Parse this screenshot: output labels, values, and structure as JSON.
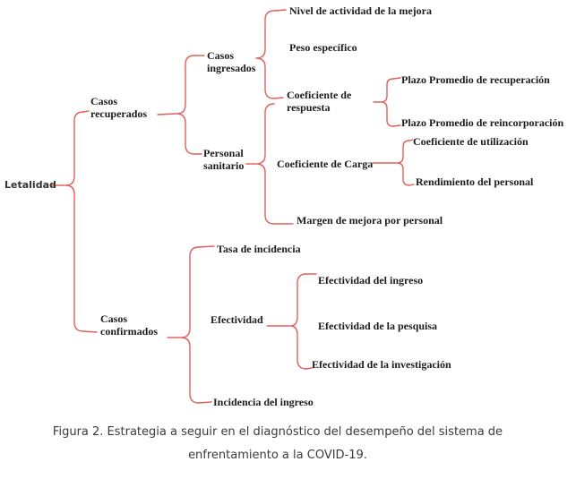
{
  "figure": {
    "type": "tree-diagram",
    "colors": {
      "connector": "#e0605c",
      "node_text": "#1c1c1c",
      "root_text": "#333333",
      "caption_text": "#3a3a3a",
      "background": "#ffffff"
    },
    "tree": {
      "label": "Letalidad",
      "children": [
        {
          "label": "Casos recuperados",
          "children": [
            {
              "label": "Casos ingresados",
              "children": [
                {
                  "label": "Nivel de actividad de la mejora"
                },
                {
                  "label": "Peso específico"
                },
                {
                  "label": "Coeficiente de respuesta",
                  "children": [
                    {
                      "label": "Plazo Promedio de recuperación"
                    },
                    {
                      "label": "Plazo Promedio de reincorporación"
                    }
                  ]
                }
              ]
            },
            {
              "label": "Personal sanitario",
              "children": [
                {
                  "label": "Coeficiente de Carga",
                  "children": [
                    {
                      "label": "Coeficiente de utilización"
                    },
                    {
                      "label": "Rendimiento del personal"
                    }
                  ]
                },
                {
                  "label": "Margen de mejora por personal"
                }
              ]
            }
          ]
        },
        {
          "label": "Casos confirmados",
          "children": [
            {
              "label": "Tasa de incidencia"
            },
            {
              "label": "Efectividad",
              "children": [
                {
                  "label": "Efectividad del ingreso"
                },
                {
                  "label": "Efectividad de la pesquisa"
                },
                {
                  "label": "Efectividad de la investigación"
                }
              ]
            },
            {
              "label": "Incidencia del ingreso"
            }
          ]
        }
      ]
    }
  },
  "caption": {
    "line1": "Figura 2. Estrategia a seguir en el diagnóstico del desempeño del sistema de",
    "line2": "enfrentamiento a la COVID-19."
  }
}
